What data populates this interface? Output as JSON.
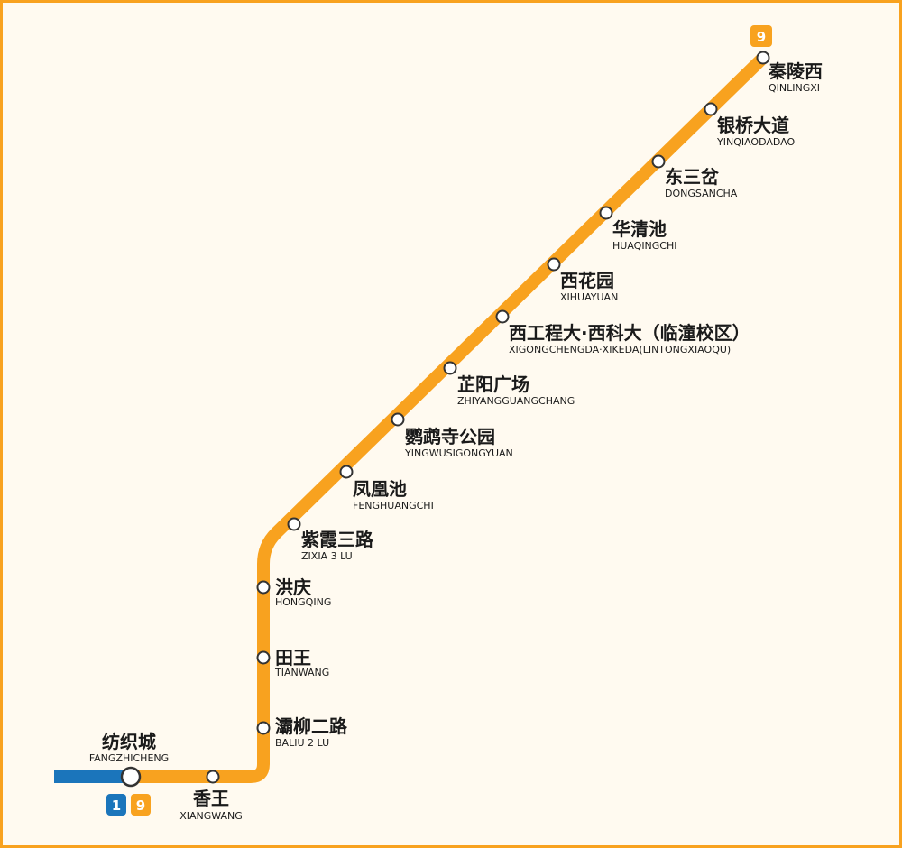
{
  "lines": {
    "line9": {
      "number": "9",
      "color": "#F8A21F"
    },
    "line1": {
      "number": "1",
      "color": "#1B75BB"
    }
  },
  "colors": {
    "background": "#FFFAF0",
    "frame": "#F8A21F",
    "station_fill": "#FFFFFF",
    "station_stroke": "#333333"
  },
  "stations": [
    {
      "id": "qinlingxi",
      "zh": "秦陵西",
      "en": "QINLINGXI"
    },
    {
      "id": "yinqiaodadao",
      "zh": "银桥大道",
      "en": "YINQIAODADAO"
    },
    {
      "id": "dongsancha",
      "zh": "东三岔",
      "en": "DONGSANCHA"
    },
    {
      "id": "huaqingchi",
      "zh": "华清池",
      "en": "HUAQINGCHI"
    },
    {
      "id": "xihuayuan",
      "zh": "西花园",
      "en": "XIHUAYUAN"
    },
    {
      "id": "xigongchengda",
      "zh": "西工程大·西科大（临潼校区）",
      "en": "XIGONGCHENGDA·XIKEDA(LINTONGXIAOQU)"
    },
    {
      "id": "zhiyangguangchang",
      "zh": "芷阳广场",
      "en": "ZHIYANGGUANGCHANG"
    },
    {
      "id": "yingwusigongyuan",
      "zh": "鹦鹉寺公园",
      "en": "YINGWUSIGONGYUAN"
    },
    {
      "id": "fenghuangchi",
      "zh": "凤凰池",
      "en": "FENGHUANGCHI"
    },
    {
      "id": "zixia3lu",
      "zh": "紫霞三路",
      "en": "ZIXIA 3 LU"
    },
    {
      "id": "hongqing",
      "zh": "洪庆",
      "en": "HONGQING"
    },
    {
      "id": "tianwang",
      "zh": "田王",
      "en": "TIANWANG"
    },
    {
      "id": "baliu2lu",
      "zh": "灞柳二路",
      "en": "BALIU 2 LU"
    },
    {
      "id": "xiangwang",
      "zh": "香王",
      "en": "XIANGWANG"
    },
    {
      "id": "fangzhicheng",
      "zh": "纺织城",
      "en": "FANGZHICHENG",
      "transfer": true
    }
  ]
}
